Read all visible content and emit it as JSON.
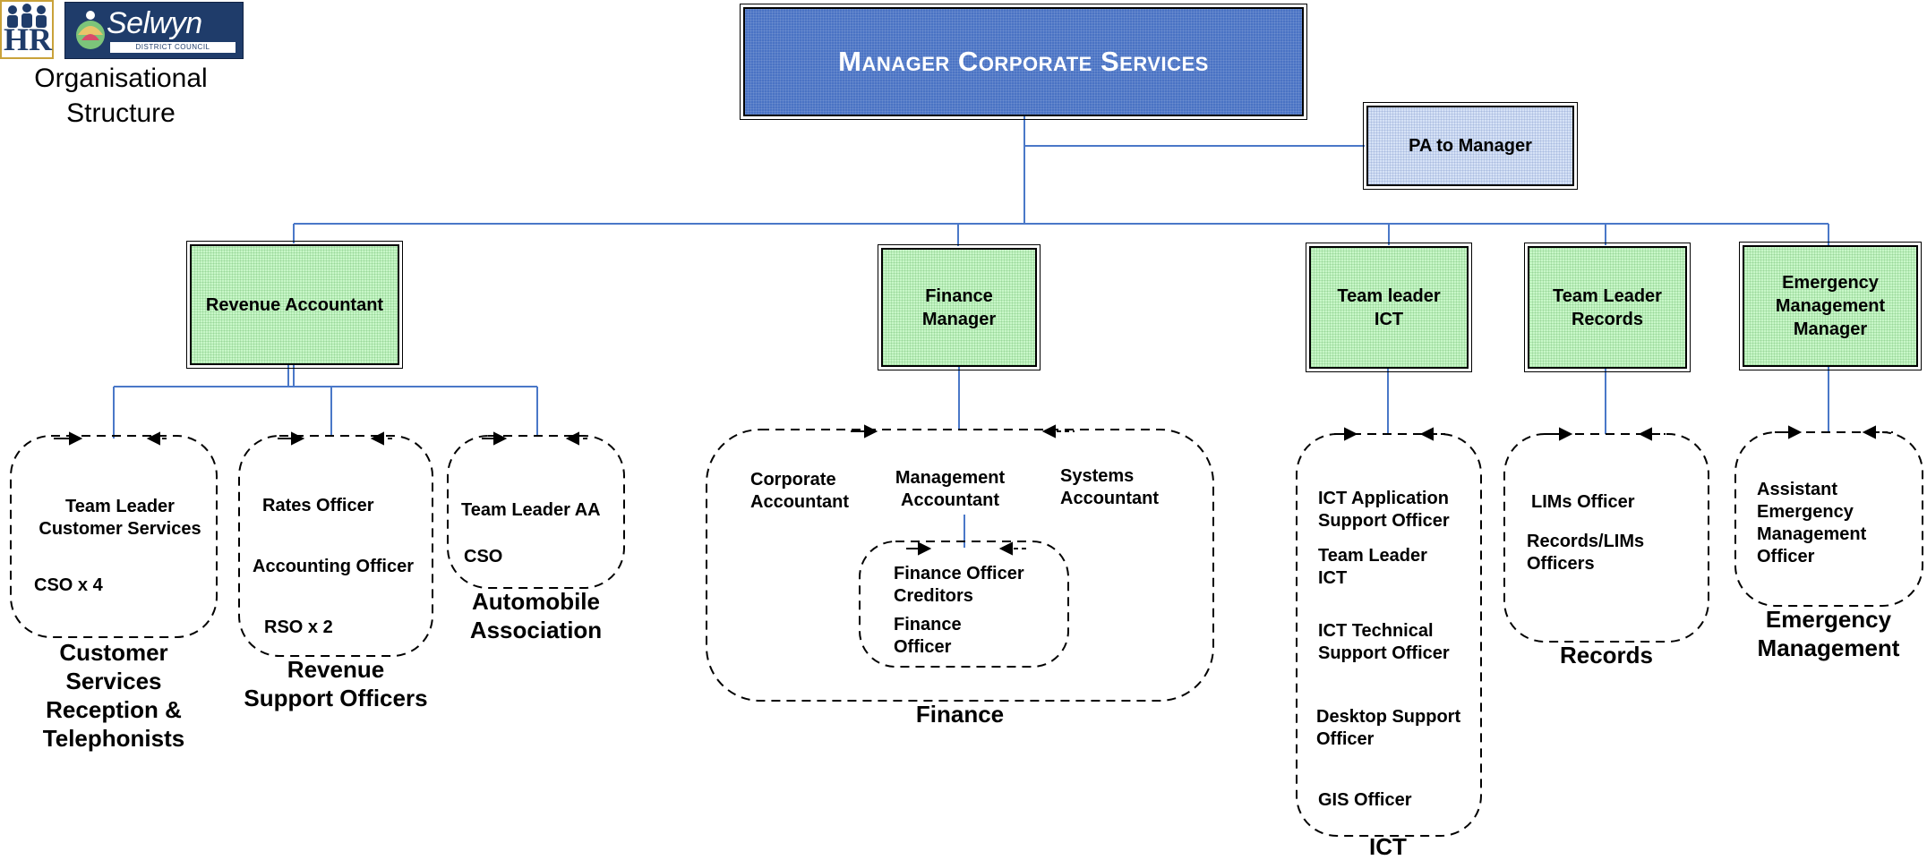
{
  "header": {
    "hr_logo_text": "HR",
    "council_name": "Selwyn",
    "council_sub": "DISTRICT COUNCIL",
    "title": "Organisational\nStructure"
  },
  "top": {
    "manager": "Manager Corporate Services",
    "pa": "PA to Manager"
  },
  "managers": {
    "revenue": "Revenue Accountant",
    "finance": "Finance\nManager",
    "ict": "Team leader\nICT",
    "records": "Team Leader\nRecords",
    "emergency": "Emergency\nManagement\nManager"
  },
  "groups": {
    "customer": {
      "roles": [
        "Team Leader\nCustomer Services",
        "CSO x 4"
      ],
      "label": "Customer\nServices\nReception &\nTelephonists"
    },
    "revenue_support": {
      "roles": [
        "Rates Officer",
        "Accounting Officer",
        "RSO x 2"
      ],
      "label": "Revenue\nSupport Officers"
    },
    "automobile": {
      "roles": [
        "Team Leader AA",
        "CSO"
      ],
      "label": "Automobile\nAssociation"
    },
    "finance": {
      "roles": [
        "Corporate\nAccountant",
        "Management\nAccountant",
        "Systems\nAccountant"
      ],
      "sub_roles": [
        "Finance Officer\nCreditors",
        "Finance\nOfficer"
      ],
      "label": "Finance"
    },
    "ict": {
      "roles": [
        "ICT Application\nSupport Officer",
        "Team Leader\nICT",
        "ICT Technical\nSupport Officer",
        "Desktop Support\nOfficer",
        "GIS Officer"
      ],
      "label": "ICT"
    },
    "records": {
      "roles": [
        "LIMs Officer",
        "Records/LIMs\nOfficers"
      ],
      "label": "Records"
    },
    "emergency": {
      "roles": [
        "Assistant\nEmergency\nManagement\nOfficer"
      ],
      "label": "Emergency\nManagement"
    }
  },
  "colors": {
    "connector": "#4a78c8",
    "top_fill": "#4a73c4",
    "pa_fill": "#d6e2f6",
    "manager_fill": "#c8f7c8"
  }
}
